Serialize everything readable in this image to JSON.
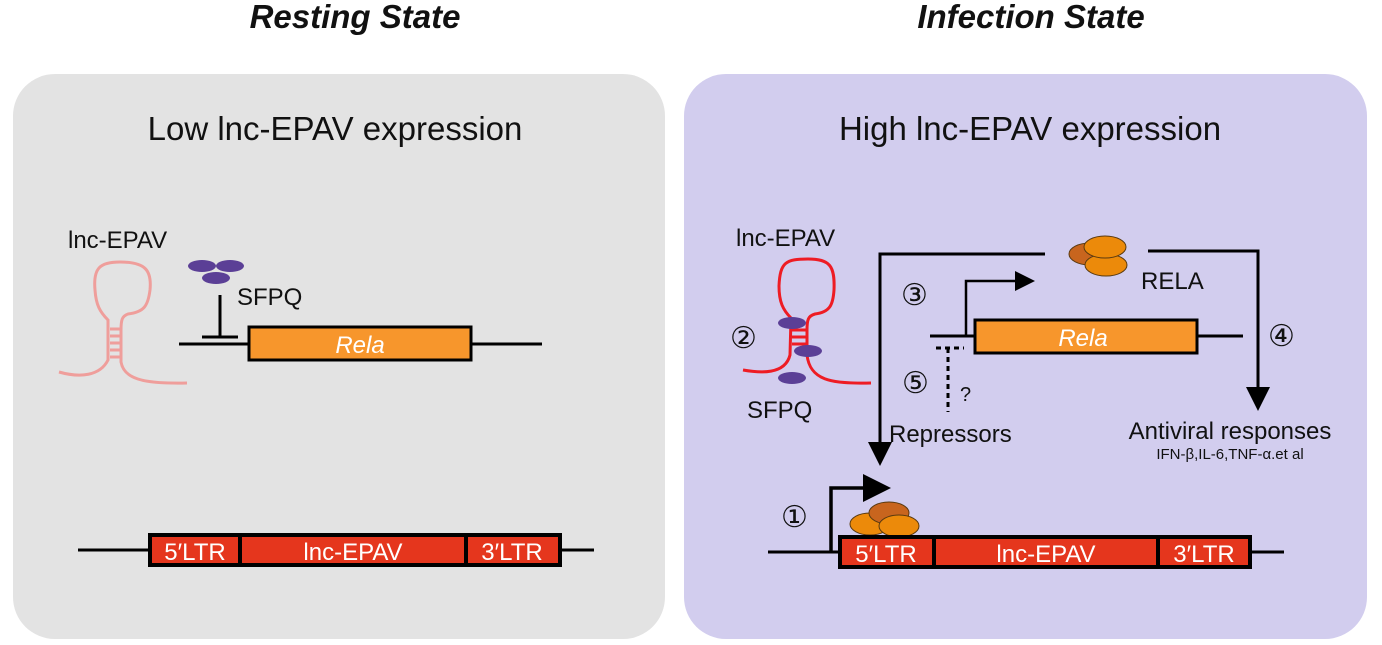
{
  "resting": {
    "title": "Resting State",
    "heading": "Low lnc-EPAV expression",
    "lnc_label": "lnc-EPAV",
    "sfpq_label": "SFPQ",
    "rela_gene": "Rela",
    "locus": {
      "ltr5": "5′LTR",
      "body": "lnc-EPAV",
      "ltr3": "3′LTR"
    }
  },
  "infection": {
    "title": "Infection State",
    "heading": "High lnc-EPAV expression",
    "lnc_label": "lnc-EPAV",
    "sfpq_label": "SFPQ",
    "rela_protein": "RELA",
    "rela_gene": "Rela",
    "repressors": "Repressors",
    "question": "?",
    "antiviral": "Antiviral responses",
    "cytokines": "IFN-β,IL-6,TNF-α.et al",
    "steps": {
      "s1": "①",
      "s2": "②",
      "s3": "③",
      "s4": "④",
      "s5": "⑤"
    },
    "locus": {
      "ltr5": "5′LTR",
      "body": "lnc-EPAV",
      "ltr3": "3′LTR"
    }
  },
  "colors": {
    "resting_bg": "#e3e3e3",
    "infection_bg": "#d2cdee",
    "rela_gene": "#f7962c",
    "locus_red": "#e5361d",
    "sfpq_purple": "#5b3f96",
    "rna_pink": "#ef9e9b",
    "rna_red": "#ee1c24",
    "rela_orange": "#ec8a0a",
    "rela_dark": "#c8651e"
  }
}
